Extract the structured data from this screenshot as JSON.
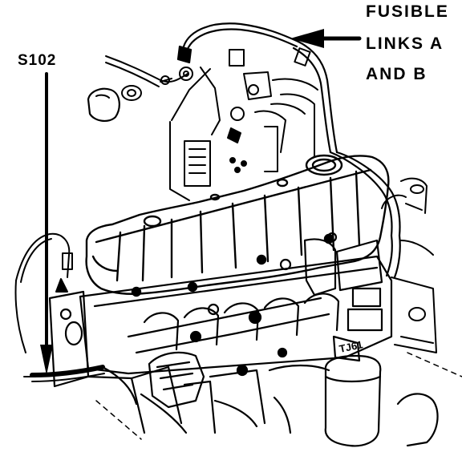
{
  "callouts": {
    "s102": "S102",
    "fusible_links": [
      "FUSIBLE",
      "LINKS A",
      "AND B"
    ]
  },
  "engine_decals": {
    "intake_marking": "TJ61"
  },
  "colors": {
    "ink": "#000000",
    "paper": "#ffffff"
  }
}
